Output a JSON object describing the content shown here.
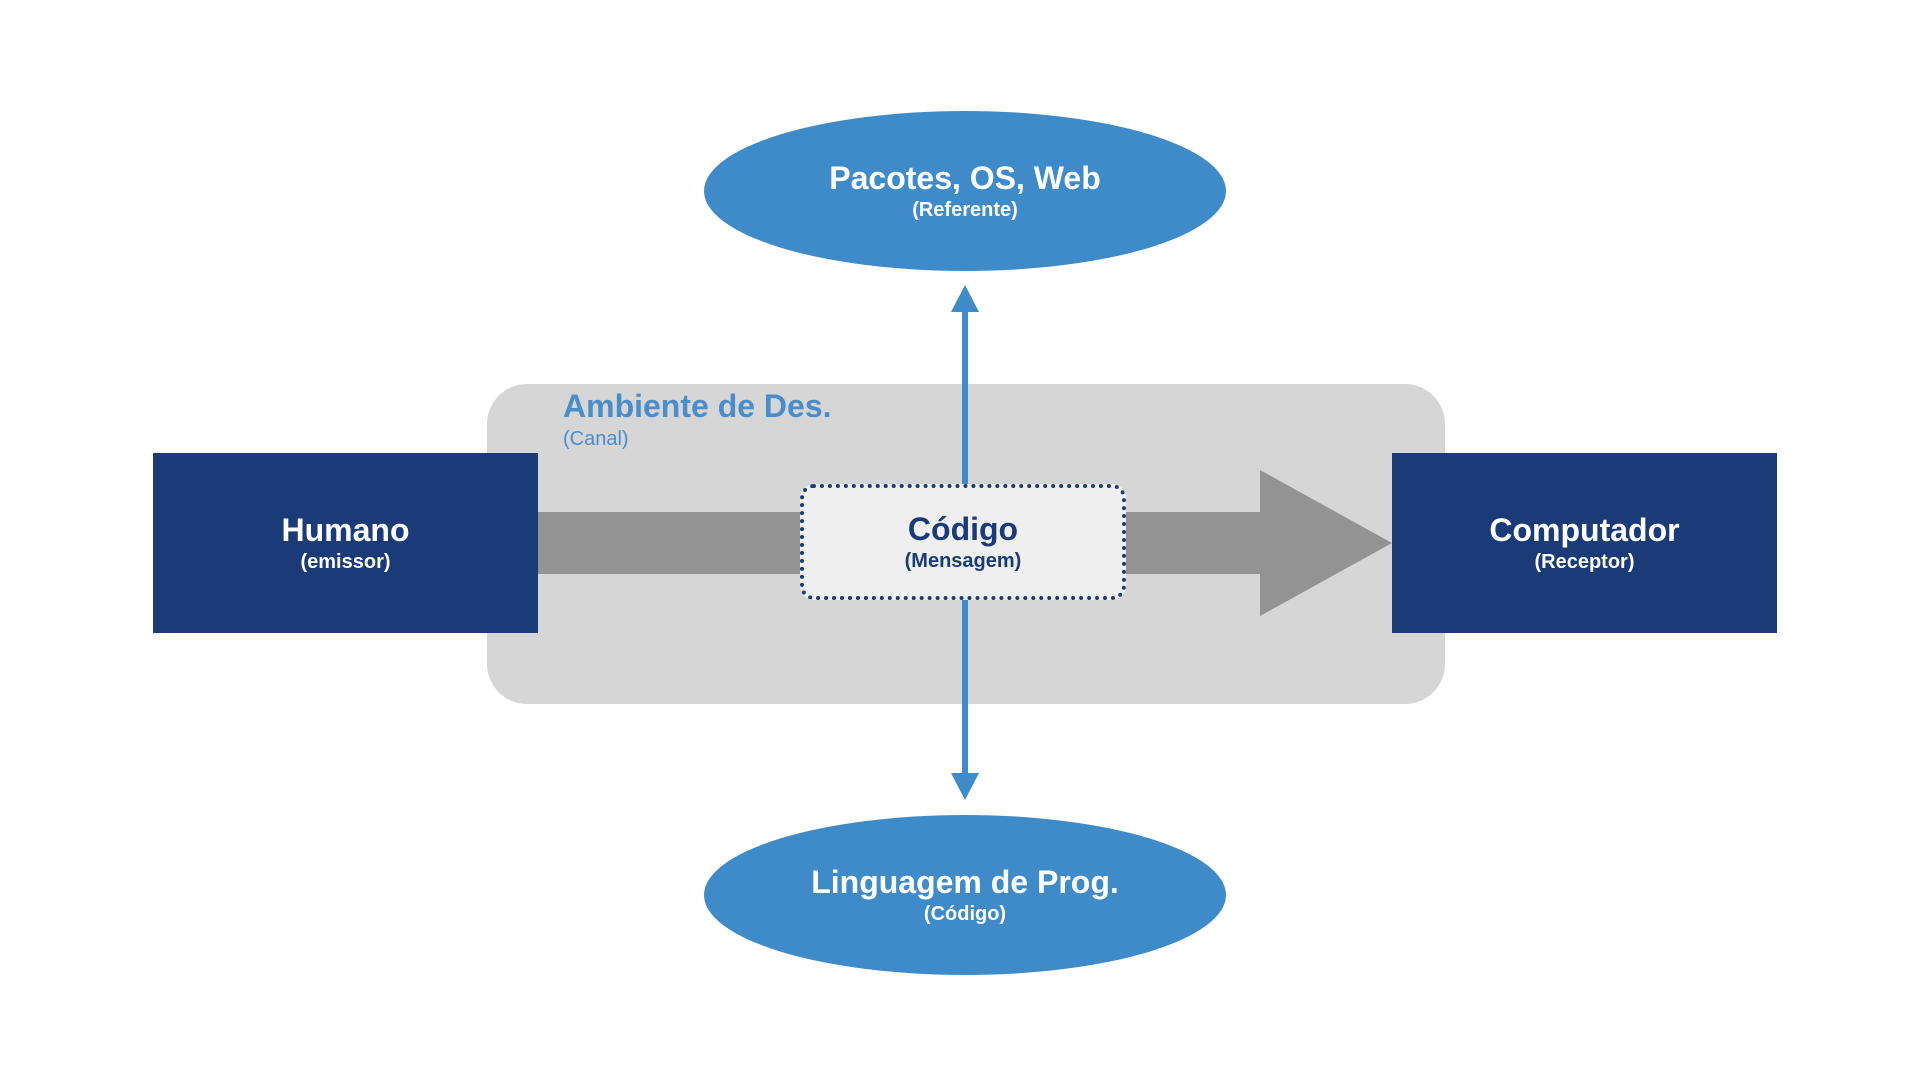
{
  "referent": {
    "title": "Pacotes, OS, Web",
    "subtitle": "(Referente)"
  },
  "channel": {
    "title": "Ambiente de Des.",
    "subtitle": "(Canal)"
  },
  "sender": {
    "title": "Humano",
    "subtitle": "(emissor)"
  },
  "message": {
    "title": "Código",
    "subtitle": "(Mensagem)"
  },
  "receiver": {
    "title": "Computador",
    "subtitle": "(Receptor)"
  },
  "code": {
    "title": "Linguagem de Prog.",
    "subtitle": "(Código)"
  },
  "colors": {
    "dark_blue": "#1b3b78",
    "light_blue": "#3f8bca",
    "channel_gray": "#d6d6d6",
    "arrow_gray": "#939393"
  }
}
